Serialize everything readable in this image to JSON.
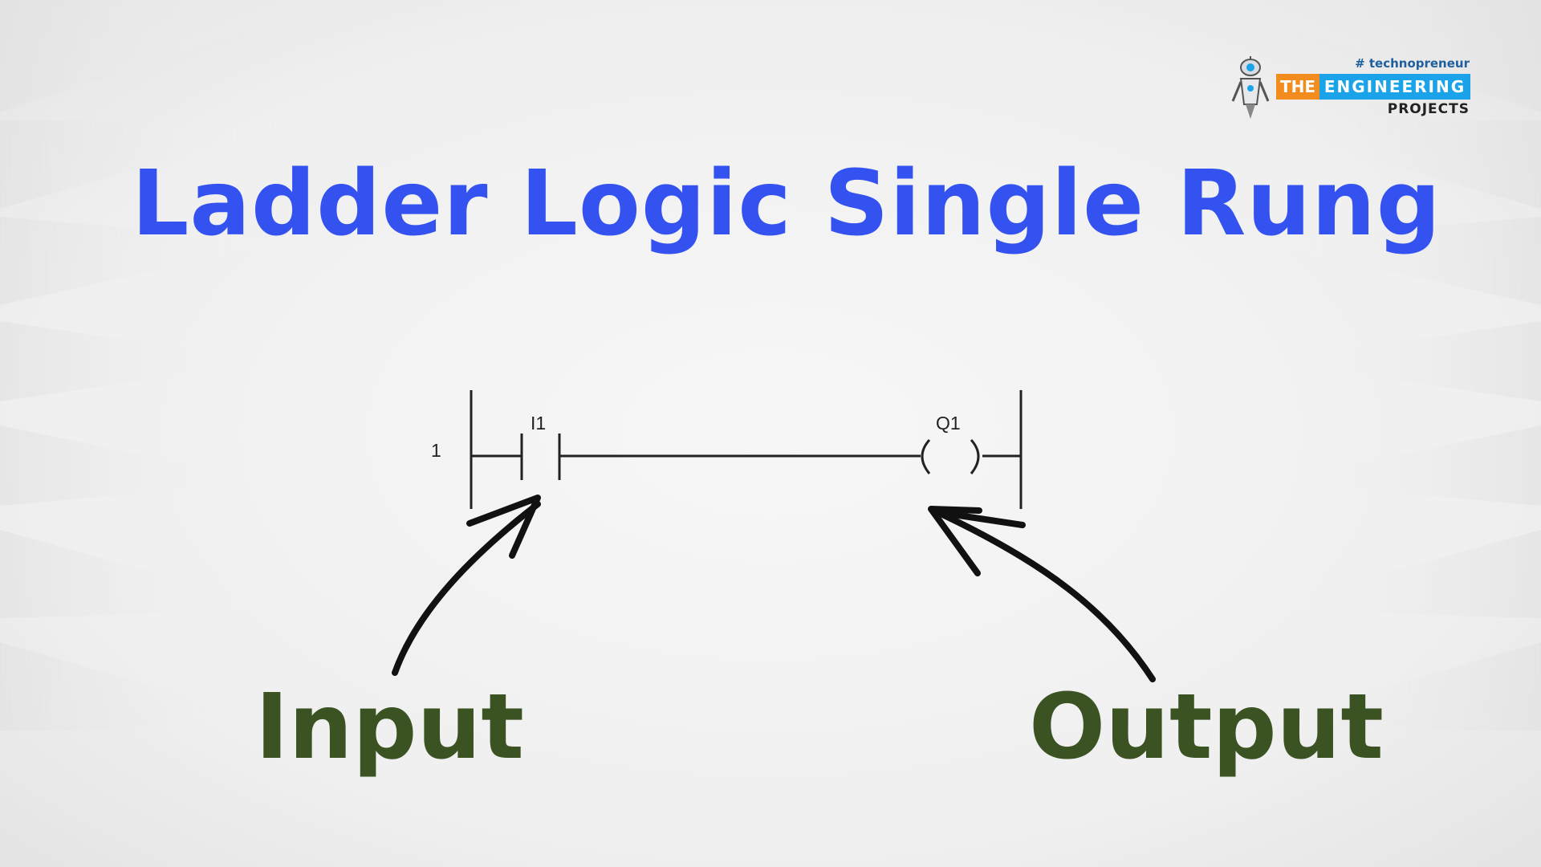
{
  "title": "Ladder Logic Single Rung",
  "diagram": {
    "rung_number": "1",
    "input_tag": "I1",
    "output_tag": "Q1",
    "input_label": "Input",
    "output_label": "Output"
  },
  "logo": {
    "hashtag": "# technopreneur",
    "word1": "THE",
    "word2": "ENGINEERING",
    "word3": "PROJECTS"
  },
  "colors": {
    "title": "#3352f0",
    "labels": "#3b5323",
    "lines": "#222222",
    "arrows": "#111111",
    "logo_orange": "#f28c1e",
    "logo_blue": "#1aa3e8"
  }
}
